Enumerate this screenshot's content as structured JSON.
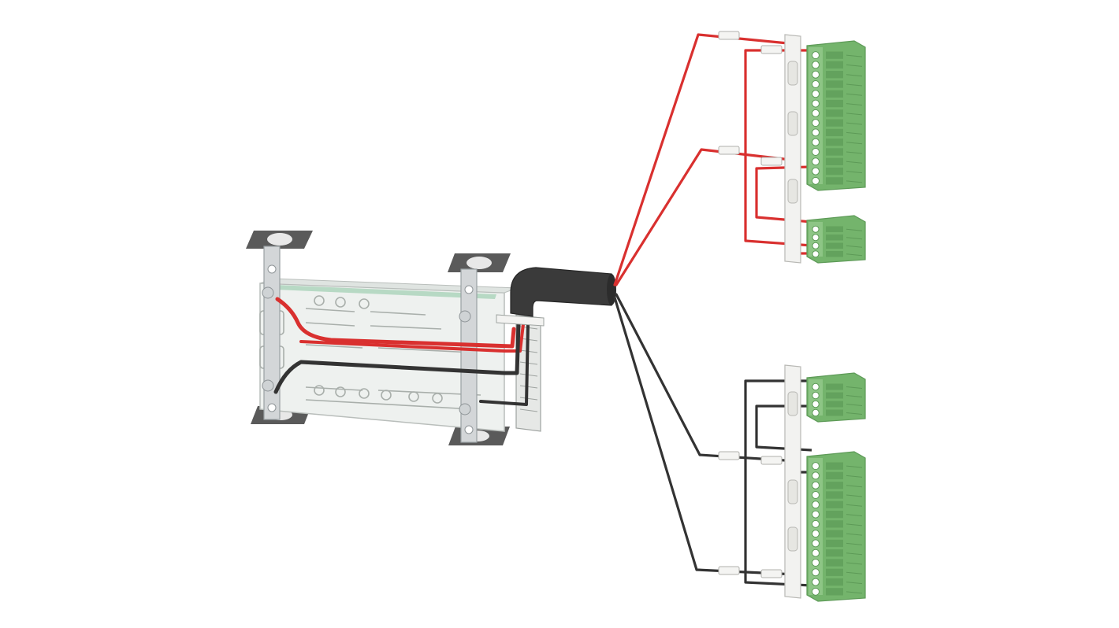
{
  "colors": {
    "background": "#ffffff",
    "wire_red": "#d9302f",
    "wire_black": "#333333",
    "cable_jacket": "#3d3d3d",
    "terminal_green": "#74b46c",
    "terminal_green_dark": "#5d9a57",
    "terminal_green_light": "#a3d39a",
    "bracket_metal": "#cfd2d4",
    "gasket_dark": "#555555",
    "pcb_clear": "#e9ecea",
    "plastic_white": "#f1f1ef"
  },
  "image": {
    "subject": "wiring-harness-with-terminal-blocks",
    "terminal_blocks": [
      {
        "id": "top-large",
        "pins": 14
      },
      {
        "id": "top-small",
        "pins": 4
      },
      {
        "id": "bottom-small",
        "pins": 4
      },
      {
        "id": "bottom-large",
        "pins": 14
      }
    ]
  }
}
